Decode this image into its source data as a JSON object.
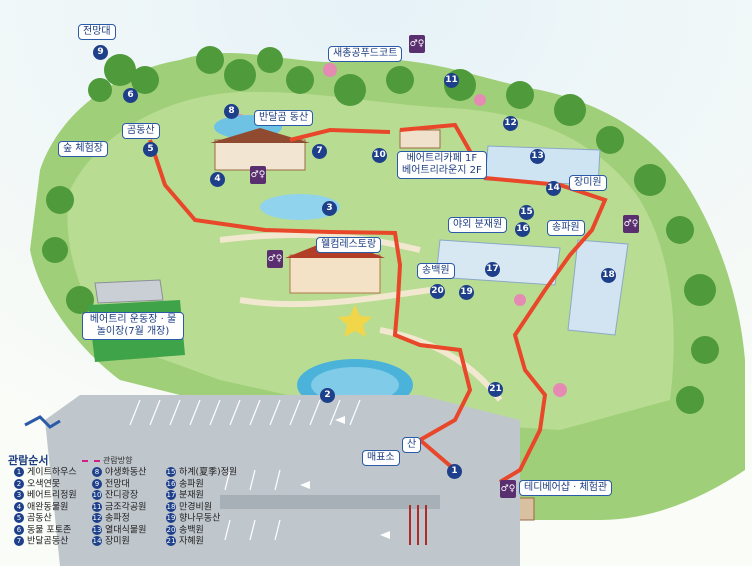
{
  "callouts": {
    "observatory": "전망대",
    "bear_hill": "곰동산",
    "forest_experience": "숲 체험장",
    "half_moon_bear": "반달곰 동산",
    "new_court": "새총공푸드코트",
    "cafe_1f": "베어트리카페 1F",
    "lounge_2f": "베어트리라운지 2F",
    "rose_garden": "장미원",
    "bonsai_outdoor": "야외 분재원",
    "pine_garden": "송파원",
    "welcome_restaurant": "웰컴레스토랑",
    "pine_white": "송백원",
    "sports_ground": "베어트리 운동장 · 물놀이장(7월 개장)",
    "mountain": "산",
    "ticket_office": "매표소",
    "teddy_bear": "테디베어샵 · 체험관"
  },
  "markers": [
    "9",
    "6",
    "8",
    "5",
    "4",
    "3",
    "2",
    "1",
    "7",
    "10",
    "11",
    "12",
    "13",
    "14",
    "15",
    "16",
    "17",
    "18",
    "19",
    "20",
    "21"
  ],
  "legend": {
    "title": "관람순서",
    "route_label": "관람방향",
    "col1": [
      "게이트하우스",
      "오색연못",
      "베어트리정원",
      "애완동물원",
      "곰동산",
      "동물 포토존",
      "반달곰동산"
    ],
    "col2": [
      "야생화동산",
      "전망대",
      "잔디광장",
      "금조각공원",
      "송파정",
      "열대식물원",
      "장미원"
    ],
    "col3": [
      "하계(夏季)정원",
      "송파원",
      "분재원",
      "만경비원",
      "향나무동산",
      "송백원",
      "자혜원"
    ]
  },
  "colors": {
    "route": "#e8472a",
    "marker": "#1e3f8a",
    "callout_border": "#2a5aa8",
    "restroom": "#5a2f6f"
  }
}
